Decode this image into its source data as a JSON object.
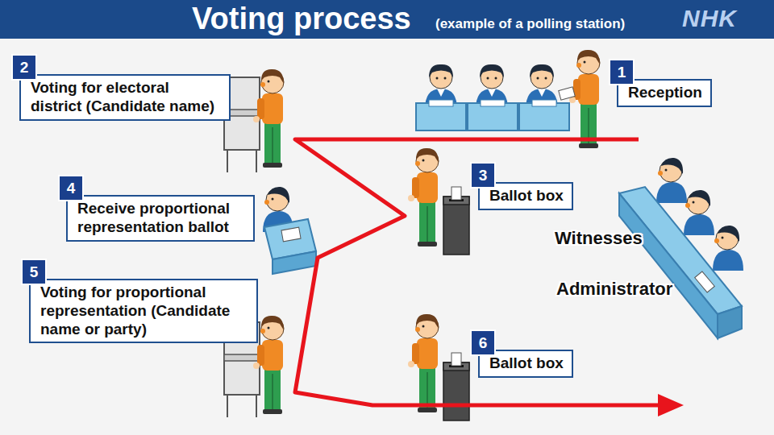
{
  "diagram": {
    "title": "Voting process",
    "nodes": [
      {
        "text": [
          "1",
          "Reception"
        ]
      },
      {
        "text": [
          "2",
          "Voting for electoral district (Candidate name)"
        ]
      },
      {
        "text": [
          "3",
          "Ballot box"
        ]
      },
      {
        "text": [
          "4",
          "Receive proportional representation ballot"
        ]
      },
      {
        "text": [
          "5",
          "Voting for proportional representation (Candidate name or party)"
        ]
      },
      {
        "text": [
          "6",
          "Ballot box"
        ]
      }
    ],
    "labels": [
      "(example of a polling station)",
      "NHK",
      "Witnesses",
      "Administrator"
    ]
  }
}
